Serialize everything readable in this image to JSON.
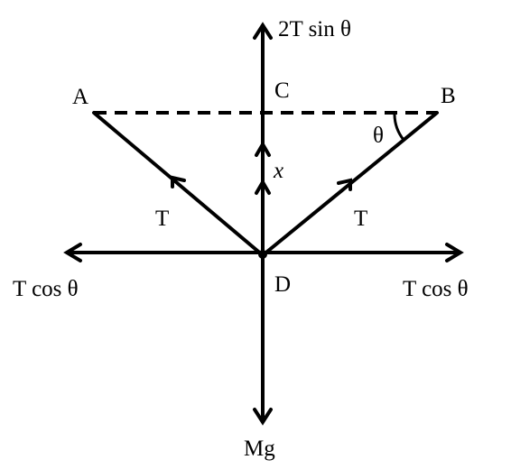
{
  "diagram": {
    "labels": {
      "top_force": "2T sin θ",
      "point_a": "A",
      "point_b": "B",
      "point_c": "C",
      "point_d": "D",
      "angle": "θ",
      "displacement": "x",
      "tension_left": "T",
      "tension_right": "T",
      "horizontal_left": "T cos θ",
      "horizontal_right": "T cos θ",
      "weight": "Mg"
    },
    "colors": {
      "ink": "#000000",
      "background": "#ffffff"
    }
  }
}
